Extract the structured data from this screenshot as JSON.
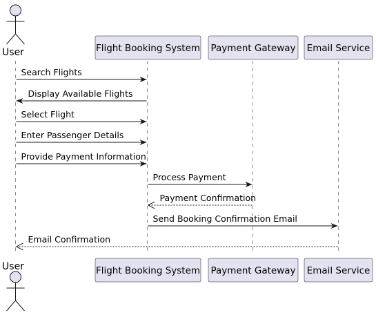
{
  "actor": {
    "label": "User"
  },
  "participants": [
    {
      "id": "fbs",
      "label": "Flight Booking System"
    },
    {
      "id": "pg",
      "label": "Payment Gateway"
    },
    {
      "id": "es",
      "label": "Email Service"
    }
  ],
  "messages": [
    {
      "from": "user",
      "to": "fbs",
      "label": "Search Flights",
      "style": "solid"
    },
    {
      "from": "fbs",
      "to": "user",
      "label": "Display Available Flights",
      "style": "solid"
    },
    {
      "from": "user",
      "to": "fbs",
      "label": "Select Flight",
      "style": "solid"
    },
    {
      "from": "user",
      "to": "fbs",
      "label": "Enter Passenger Details",
      "style": "solid"
    },
    {
      "from": "user",
      "to": "fbs",
      "label": "Provide Payment Information",
      "style": "solid"
    },
    {
      "from": "fbs",
      "to": "pg",
      "label": "Process Payment",
      "style": "solid"
    },
    {
      "from": "pg",
      "to": "fbs",
      "label": "Payment Confirmation",
      "style": "dashed"
    },
    {
      "from": "fbs",
      "to": "es",
      "label": "Send Booking Confirmation Email",
      "style": "solid"
    },
    {
      "from": "es",
      "to": "user",
      "label": "Email Confirmation",
      "style": "dashed"
    }
  ],
  "colors": {
    "box_fill": "#E2E2F0",
    "box_stroke": "#181818",
    "actor_fill": "#E2E2F0",
    "line": "#181818",
    "lifeline": "#181818",
    "text": "#000000"
  }
}
